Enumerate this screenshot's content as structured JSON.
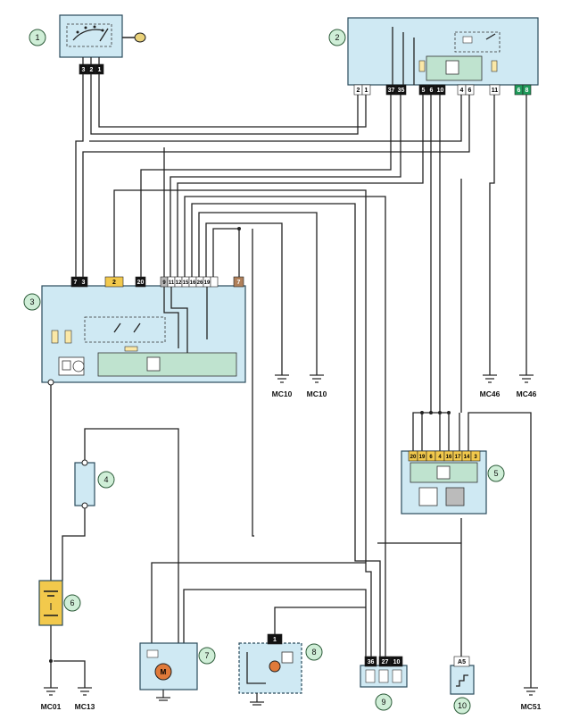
{
  "components": {
    "c1": {
      "number": "1",
      "pins": [
        "3",
        "2",
        "1"
      ]
    },
    "c2": {
      "number": "2",
      "pins_a": [
        "2",
        "1"
      ],
      "pins_b": [
        "37",
        "35"
      ],
      "pins_c": [
        "5",
        "6",
        "10"
      ],
      "pins_d": [
        "4",
        "6"
      ],
      "pins_e": [
        "11"
      ],
      "pins_f": [
        "6",
        "8"
      ]
    },
    "c3": {
      "number": "3",
      "pins": [
        "7",
        "3",
        "2",
        "20",
        "9",
        "11",
        "12",
        "15",
        "16",
        "26",
        "19",
        "7"
      ]
    },
    "c4": {
      "number": "4"
    },
    "c5": {
      "number": "5",
      "pins": [
        "20",
        "19",
        "6",
        "4",
        "16",
        "17",
        "14",
        "3"
      ]
    },
    "c6": {
      "number": "6"
    },
    "c7": {
      "number": "7",
      "motor": "M"
    },
    "c8": {
      "number": "8",
      "pin": "1"
    },
    "c9": {
      "number": "9",
      "pins": [
        "36",
        "27",
        "10"
      ]
    },
    "c10": {
      "number": "10",
      "pin": "A5"
    }
  },
  "grounds": {
    "g1": "MC10",
    "g2": "MC10",
    "g3": "MC46",
    "g4": "MC46",
    "g5": "MC01",
    "g6": "MC13",
    "g7": "MC51"
  },
  "colors": {
    "box": "#cfe9f3",
    "inner": "#bfe3cf",
    "fuse": "#f2c94c",
    "pin_black": "#111111",
    "pin_white": "#ffffff",
    "pin_green": "#1f9a5a",
    "pin_yellow": "#f2c94c",
    "pin_grey": "#b8b8b8",
    "pin_brown": "#b0805a"
  }
}
